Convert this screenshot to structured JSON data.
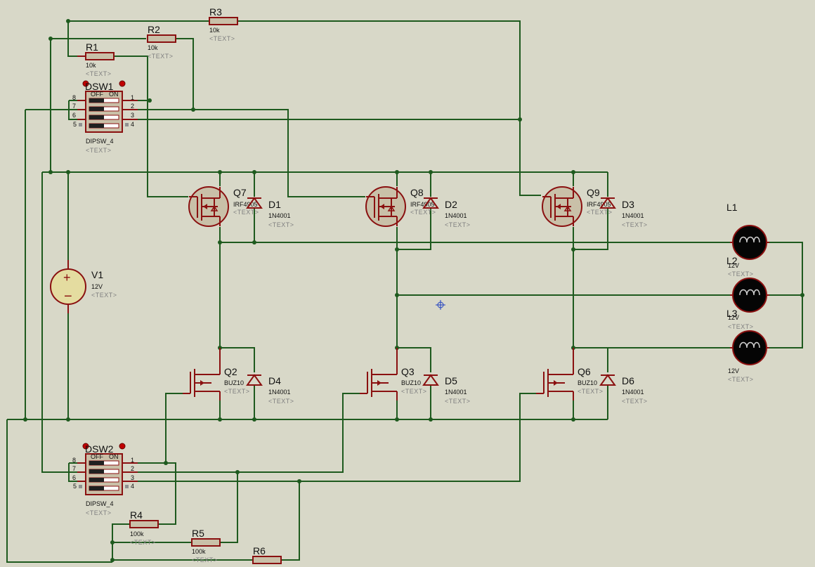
{
  "resistors": [
    {
      "ref": "R1",
      "value": "10k",
      "text": "<TEXT>"
    },
    {
      "ref": "R2",
      "value": "10k",
      "text": "<TEXT>"
    },
    {
      "ref": "R3",
      "value": "10k",
      "text": "<TEXT>"
    },
    {
      "ref": "R4",
      "value": "100k",
      "text": "<TEXT>"
    },
    {
      "ref": "R5",
      "value": "100k",
      "text": "<TEXT>"
    },
    {
      "ref": "R6",
      "value": "",
      "text": ""
    }
  ],
  "switches": [
    {
      "ref": "DSW1",
      "value": "DIPSW_4",
      "text": "<TEXT>",
      "off": "OFF",
      "on": "ON",
      "left_pins": [
        "8",
        "7",
        "6",
        "5"
      ],
      "right_pins": [
        "1",
        "2",
        "3",
        "4"
      ]
    },
    {
      "ref": "DSW2",
      "value": "DIPSW_4",
      "text": "<TEXT>",
      "off": "OFF",
      "on": "ON",
      "left_pins": [
        "8",
        "7",
        "6",
        "5"
      ],
      "right_pins": [
        "1",
        "2",
        "3",
        "4"
      ]
    }
  ],
  "source": {
    "ref": "V1",
    "value": "12V",
    "text": "<TEXT>"
  },
  "pmos": [
    {
      "ref": "Q7",
      "value": "IRF4905",
      "text": "<TEXT>"
    },
    {
      "ref": "Q8",
      "value": "IRF4905",
      "text": "<TEXT>"
    },
    {
      "ref": "Q9",
      "value": "IRF4905",
      "text": "<TEXT>"
    }
  ],
  "nmos": [
    {
      "ref": "Q2",
      "value": "BUZ10",
      "text": "<TEXT>"
    },
    {
      "ref": "Q3",
      "value": "BUZ10",
      "text": "<TEXT>"
    },
    {
      "ref": "Q6",
      "value": "BUZ10",
      "text": "<TEXT>"
    }
  ],
  "diodes": [
    {
      "ref": "D1",
      "value": "1N4001",
      "text": "<TEXT>"
    },
    {
      "ref": "D2",
      "value": "1N4001",
      "text": "<TEXT>"
    },
    {
      "ref": "D3",
      "value": "1N4001",
      "text": "<TEXT>"
    },
    {
      "ref": "D4",
      "value": "1N4001",
      "text": "<TEXT>"
    },
    {
      "ref": "D5",
      "value": "1N4001",
      "text": "<TEXT>"
    },
    {
      "ref": "D6",
      "value": "1N4001",
      "text": "<TEXT>"
    }
  ],
  "lamps": [
    {
      "ref": "L1",
      "value": "12V",
      "text": "<TEXT>"
    },
    {
      "ref": "L2",
      "value": "12V",
      "text": "<TEXT>"
    },
    {
      "ref": "L3",
      "value": "12V",
      "text": "<TEXT>"
    }
  ]
}
